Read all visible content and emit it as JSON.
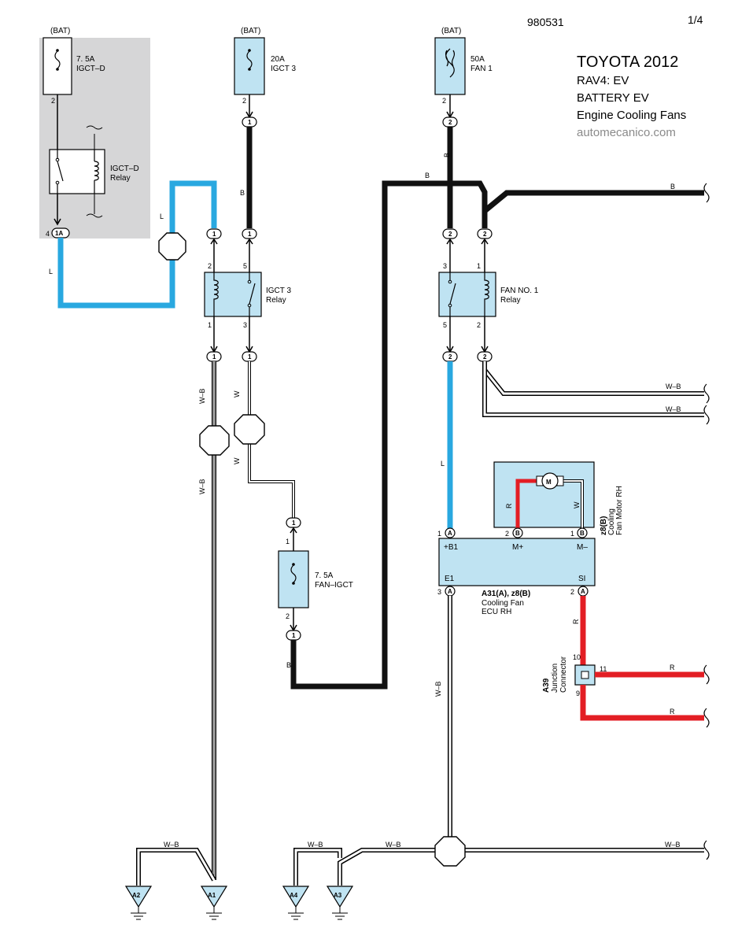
{
  "header": {
    "code": "980531",
    "page": "1/4",
    "make_year": "TOYOTA 2012",
    "model": "RAV4: EV",
    "system1": "BATTERY EV",
    "system2": "Engine Cooling Fans",
    "site": "automecanico.com"
  },
  "colors": {
    "L": "#29a8e0",
    "B": "#111111",
    "R": "#e31e24",
    "box_fill": "#bfe3f2",
    "shaded": "#d6d6d7"
  },
  "fuses": {
    "igctd": {
      "source": "(BAT)",
      "rating": "7. 5A",
      "name": "IGCT–D",
      "pin": "2"
    },
    "igct3": {
      "source": "(BAT)",
      "rating": "20A",
      "name": "IGCT 3",
      "pin": "2"
    },
    "fan1": {
      "source": "(BAT)",
      "rating": "50A",
      "name": "FAN 1",
      "pin": "2"
    },
    "fanigct": {
      "rating": "7. 5A",
      "name": "FAN–IGCT",
      "pin_top": "1",
      "pin_bottom": "2"
    }
  },
  "relays": {
    "igctd": {
      "name": "IGCT–D",
      "sub": "Relay",
      "connector_pin": "4",
      "connector": "1A"
    },
    "igct3": {
      "name": "IGCT 3",
      "sub": "Relay",
      "pins": [
        "2",
        "5",
        "1",
        "3"
      ]
    },
    "fan1": {
      "name": "FAN NO. 1",
      "sub": "Relay",
      "pins": [
        "3",
        "1",
        "5",
        "2"
      ]
    }
  },
  "connectors": {
    "c1": "1",
    "c2": "2",
    "cA": "A",
    "cB": "B"
  },
  "wires": {
    "L": "L",
    "B": "B",
    "W": "W",
    "WB": "W–B",
    "R": "R"
  },
  "ecu": {
    "name": "A31(A), z8(B)",
    "desc1": "Cooling Fan",
    "desc2": "ECU RH",
    "t_b1": "+B1",
    "t_mp": "M+",
    "t_mm": "M–",
    "t_e1": "E1",
    "t_si": "SI",
    "pin_b1": "1",
    "pin_mp": "2",
    "pin_mm": "1",
    "pin_e1": "3",
    "pin_si": "2"
  },
  "motor": {
    "id": "z8(B)",
    "desc1": "Cooling",
    "desc2": "Fan Motor RH",
    "symbol": "M"
  },
  "junction": {
    "id": "A39",
    "desc1": "Junction",
    "desc2": "Connector",
    "pin_in": "10",
    "pin_out": "11",
    "pin_low": "9"
  },
  "grounds": [
    "A2",
    "A1",
    "A4",
    "A3"
  ]
}
